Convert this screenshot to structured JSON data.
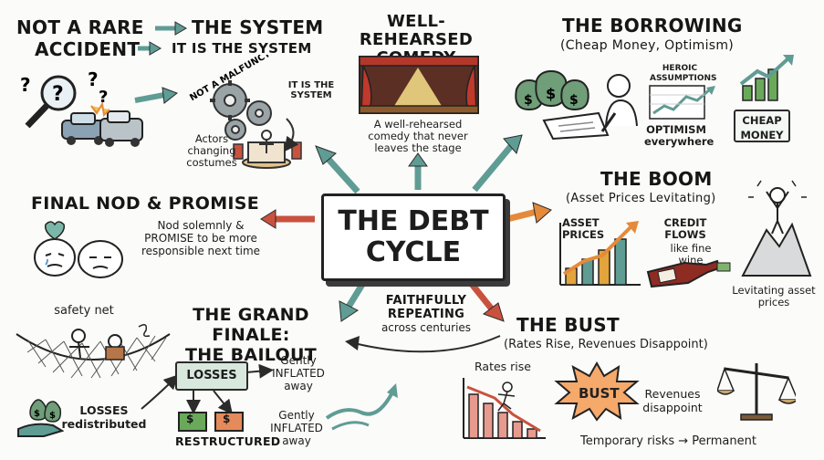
{
  "top_left": {
    "title_line1": "NOT A RARE",
    "title_line2": "ACCIDENT",
    "title_right1": "THE SYSTEM",
    "title_right2": "IT IS THE SYSTEM",
    "curved_label": "NOT A MALFUNCTION",
    "it_is_system": "IT IS THE SYSTEM",
    "actors": "Actors changing costumes"
  },
  "comedy": {
    "title_line1": "WELL-REHEARSED",
    "title_line2": "COMEDY",
    "caption": "A well-rehearsed comedy that never leaves the stage"
  },
  "borrowing": {
    "title": "THE BORROWING",
    "subtitle": "(Cheap Money, Optimism)",
    "heroic": "HEROIC ASSUMPTIONS",
    "optimism": "OPTIMISM everywhere",
    "cheap_money": "CHEAP MONEY"
  },
  "boom": {
    "title": "THE BOOM",
    "subtitle": "(Asset Prices Levitating)",
    "asset_prices": "ASSET PRICES",
    "credit_flows": "CREDIT FLOWS",
    "fine_wine": "like fine wine",
    "levitating": "Levitating asset prices"
  },
  "center": {
    "line1": "THE DEBT",
    "line2": "CYCLE"
  },
  "final": {
    "title": "FINAL NOD & PROMISE",
    "caption": "Nod solemnly & PROMISE to be more responsible next time"
  },
  "finale": {
    "title_line1": "THE GRAND FINALE:",
    "title_line2": "THE BAILOUT",
    "safety_net": "safety net",
    "losses_box": "LOSSES",
    "losses_redistributed": "LOSSES redistributed",
    "restructured": "RESTRUCTURED",
    "inflated1": "Gently INFLATED away",
    "inflated2": "Gently INFLATED away",
    "dollar": "$"
  },
  "repeating": {
    "line1": "FAITHFULLY",
    "line2": "REPEATING",
    "line3": "across centuries"
  },
  "bust": {
    "title": "THE BUST",
    "subtitle": "(Rates Rise, Revenues Disappoint)",
    "rates_rise": "Rates rise",
    "bust_word": "BUST",
    "revenues": "Revenues disappoint",
    "temporary": "Temporary risks → Permanent"
  },
  "colors": {
    "teal": "#5f9c94",
    "orange": "#e58a3a",
    "red": "#c9523f",
    "green": "#6aa95a",
    "gold": "#e2a43b"
  }
}
